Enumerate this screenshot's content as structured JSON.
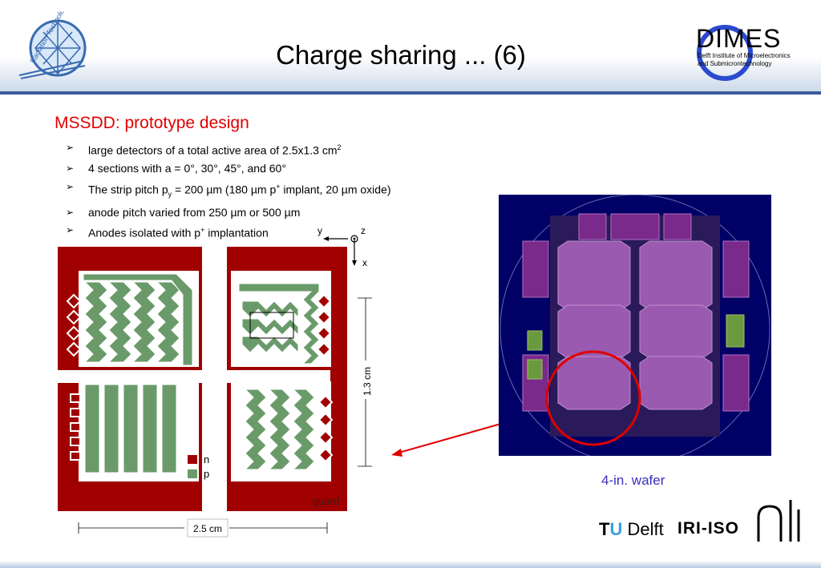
{
  "header": {
    "title": "Charge sharing ... (6)",
    "left_logo_text": "Radiation Technology",
    "dimes_title": "DIMES",
    "dimes_sub1": "Delft Institute of Microelectronics",
    "dimes_sub2": "and Submicrontechnology"
  },
  "content": {
    "subtitle": "MSSDD: prototype design",
    "bullets": [
      {
        "pre": "large detectors of a total active area of 2.5x1.3 cm",
        "sup": "2",
        "post": ""
      },
      {
        "pre": "4 sections with a = 0°, 30°, 45°, and 60°",
        "sup": "",
        "post": ""
      },
      {
        "pre": "The strip pitch p",
        "sub": "y",
        "mid": " = 200 µm (180 µm p",
        "sup": "+",
        "post": " implant, 20 µm oxide)"
      },
      {
        "pre": "anode pitch varied from 250 µm or 500 µm",
        "sup": "",
        "post": ""
      },
      {
        "pre": "Anodes isolated with p",
        "sup": "+",
        "post": " implantation"
      }
    ]
  },
  "diagram": {
    "axis_y": "y",
    "axis_z": "z",
    "axis_x": "x",
    "dim_height": "1.3 cm",
    "dim_width": "2.5 cm",
    "legend_n": "n",
    "legend_p": "p",
    "guard": "guard",
    "colors": {
      "n": "#a00000",
      "p": "#6a9a6a"
    }
  },
  "wafer": {
    "label": "4-in. wafer",
    "colors": {
      "bg": "#000066",
      "chip": "#7a2a8a",
      "highlight": "#e00000"
    }
  },
  "footer": {
    "tu_t": "T",
    "tu_u": "U",
    "tu_rest": " Delft",
    "iri": "IRI-ISO"
  }
}
